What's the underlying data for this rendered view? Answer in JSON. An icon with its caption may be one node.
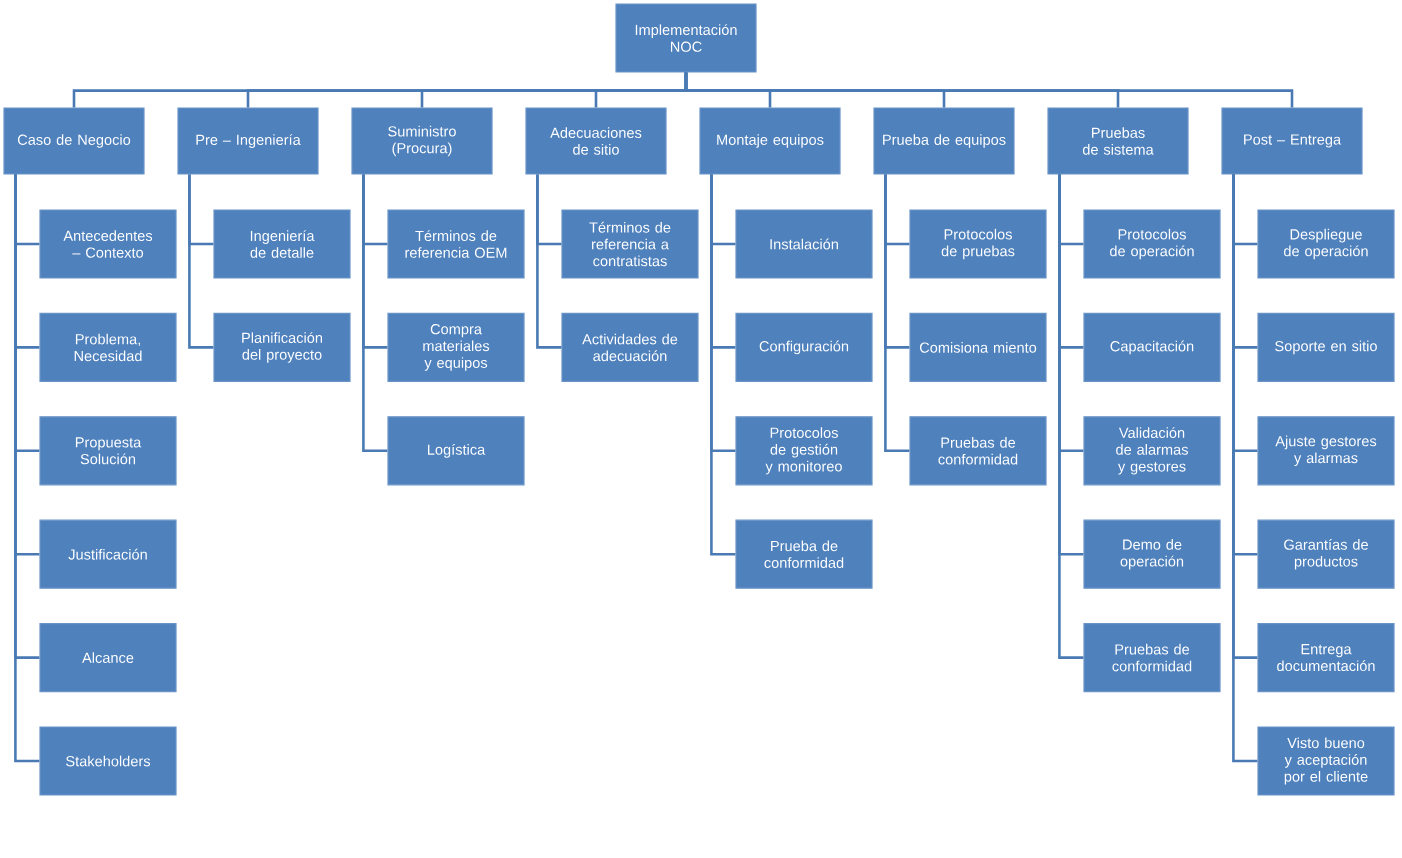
{
  "diagram": {
    "nodes": [
      {
        "text": [
          "Implementación NOC"
        ]
      },
      {
        "text": [
          "Caso de Negocio"
        ]
      },
      {
        "text": [
          "Antecedentes – Contexto"
        ]
      },
      {
        "text": [
          "Problema, Necesidad"
        ]
      },
      {
        "text": [
          "Propuesta Solución"
        ]
      },
      {
        "text": [
          "Justificación"
        ]
      },
      {
        "text": [
          "Alcance"
        ]
      },
      {
        "text": [
          "Stakeholders"
        ]
      },
      {
        "text": [
          "Pre – Ingeniería"
        ]
      },
      {
        "text": [
          "Ingeniería de detalle"
        ]
      },
      {
        "text": [
          "Planificación del proyecto"
        ]
      },
      {
        "text": [
          "Suministro (Procura)"
        ]
      },
      {
        "text": [
          "Términos de referencia OEM"
        ]
      },
      {
        "text": [
          "Compra materiales y equipos"
        ]
      },
      {
        "text": [
          "Logística"
        ]
      },
      {
        "text": [
          "Adecuaciones de sitio"
        ]
      },
      {
        "text": [
          "Términos de referencia a contratistas"
        ]
      },
      {
        "text": [
          "Actividades de adecuación"
        ]
      },
      {
        "text": [
          "Montaje equipos"
        ]
      },
      {
        "text": [
          "Instalación"
        ]
      },
      {
        "text": [
          "Configuración"
        ]
      },
      {
        "text": [
          "Protocolos de gestión y monitoreo"
        ]
      },
      {
        "text": [
          "Prueba de conformidad"
        ]
      },
      {
        "text": [
          "Prueba de equipos"
        ]
      },
      {
        "text": [
          "Protocolos de pruebas"
        ]
      },
      {
        "text": [
          "Comisiona miento"
        ]
      },
      {
        "text": [
          "Pruebas de conformidad"
        ]
      },
      {
        "text": [
          "Pruebas de sistema"
        ]
      },
      {
        "text": [
          "Protocolos de operación"
        ]
      },
      {
        "text": [
          "Capacitación"
        ]
      },
      {
        "text": [
          "Validación de alarmas y gestores"
        ]
      },
      {
        "text": [
          "Demo de operación"
        ]
      },
      {
        "text": [
          "Pruebas de conformidad"
        ]
      },
      {
        "text": [
          "Post – Entrega"
        ]
      },
      {
        "text": [
          "Despliegue de operación"
        ]
      },
      {
        "text": [
          "Soporte en sitio"
        ]
      },
      {
        "text": [
          "Ajuste gestores y alarmas"
        ]
      },
      {
        "text": [
          "Garantías de productos"
        ]
      },
      {
        "text": [
          "Entrega documentación"
        ]
      },
      {
        "text": [
          "Visto bueno y aceptación por el cliente"
        ]
      }
    ],
    "edges": [
      {
        "from": 0,
        "to": 1,
        "arrow": "none"
      },
      {
        "from": 0,
        "to": 8,
        "arrow": "none"
      },
      {
        "from": 0,
        "to": 11,
        "arrow": "none"
      },
      {
        "from": 0,
        "to": 15,
        "arrow": "none"
      },
      {
        "from": 0,
        "to": 18,
        "arrow": "none"
      },
      {
        "from": 0,
        "to": 23,
        "arrow": "none"
      },
      {
        "from": 0,
        "to": 27,
        "arrow": "none"
      },
      {
        "from": 0,
        "to": 33,
        "arrow": "none"
      },
      {
        "from": 1,
        "to": 2,
        "arrow": "none"
      },
      {
        "from": 1,
        "to": 3,
        "arrow": "none"
      },
      {
        "from": 1,
        "to": 4,
        "arrow": "none"
      },
      {
        "from": 1,
        "to": 5,
        "arrow": "none"
      },
      {
        "from": 1,
        "to": 6,
        "arrow": "none"
      },
      {
        "from": 1,
        "to": 7,
        "arrow": "none"
      },
      {
        "from": 8,
        "to": 9,
        "arrow": "none"
      },
      {
        "from": 8,
        "to": 10,
        "arrow": "none"
      },
      {
        "from": 11,
        "to": 12,
        "arrow": "none"
      },
      {
        "from": 11,
        "to": 13,
        "arrow": "none"
      },
      {
        "from": 11,
        "to": 14,
        "arrow": "none"
      },
      {
        "from": 15,
        "to": 16,
        "arrow": "none"
      },
      {
        "from": 15,
        "to": 17,
        "arrow": "none"
      },
      {
        "from": 18,
        "to": 19,
        "arrow": "none"
      },
      {
        "from": 18,
        "to": 20,
        "arrow": "none"
      },
      {
        "from": 18,
        "to": 21,
        "arrow": "none"
      },
      {
        "from": 18,
        "to": 22,
        "arrow": "none"
      },
      {
        "from": 23,
        "to": 24,
        "arrow": "none"
      },
      {
        "from": 23,
        "to": 25,
        "arrow": "none"
      },
      {
        "from": 23,
        "to": 26,
        "arrow": "none"
      },
      {
        "from": 27,
        "to": 28,
        "arrow": "none"
      },
      {
        "from": 27,
        "to": 29,
        "arrow": "none"
      },
      {
        "from": 27,
        "to": 30,
        "arrow": "none"
      },
      {
        "from": 27,
        "to": 31,
        "arrow": "none"
      },
      {
        "from": 27,
        "to": 32,
        "arrow": "none"
      },
      {
        "from": 33,
        "to": 34,
        "arrow": "none"
      },
      {
        "from": 33,
        "to": 35,
        "arrow": "none"
      },
      {
        "from": 33,
        "to": 36,
        "arrow": "none"
      },
      {
        "from": 33,
        "to": 37,
        "arrow": "none"
      },
      {
        "from": 33,
        "to": 38,
        "arrow": "none"
      },
      {
        "from": 33,
        "to": 39,
        "arrow": "none"
      }
    ]
  }
}
